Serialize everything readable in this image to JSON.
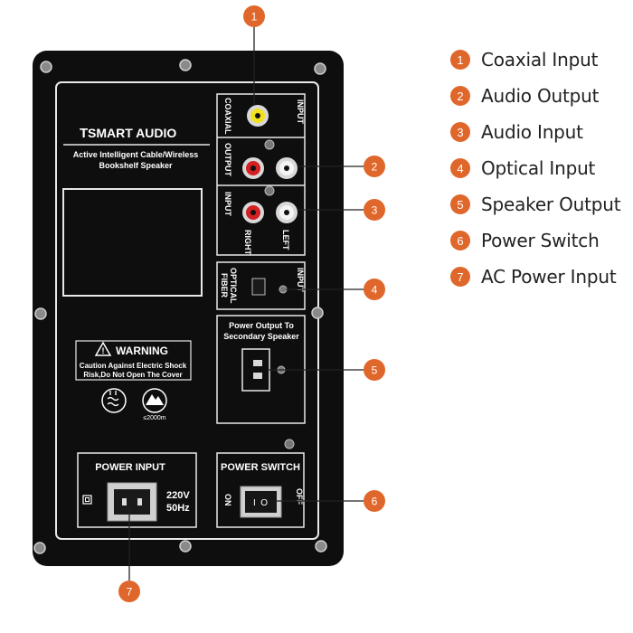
{
  "colors": {
    "callout": "#e0672b",
    "panel": "#0e0e0e",
    "panel_line": "#e8e8e8",
    "legend_text": "#222222"
  },
  "panel": {
    "logo": "SMART AUDIO",
    "logo_prefix": "T",
    "subtitle_line1": "Active Intelligent Cable/Wireless",
    "subtitle_line2": "Bookshelf Speaker",
    "coaxial_label": "COAXIAL",
    "input_label": "INPUT",
    "output_label": "OUTPUT",
    "input_label2": "INPUT",
    "right_label": "RIGHT",
    "left_label": "LEFT",
    "optical_label1": "OPTICAL",
    "optical_label2": "FIBER",
    "optical_input_label": "INPUT",
    "speaker_out_line1": "Power Output To",
    "speaker_out_line2": "Secondary Speaker",
    "warning_title": "WARNING",
    "warning_line1": "Caution Against Electric Shock",
    "warning_line2": "Risk,Do Not Open The Cover",
    "altitude_label": "≤2000m",
    "power_input_title": "POWER INPUT",
    "voltage": "220V",
    "frequency": "50Hz",
    "power_switch_title": "POWER SWITCH",
    "on_label": "ON",
    "off_label": "OFF",
    "switch_symbol": "I  O"
  },
  "callouts": [
    {
      "number": "1",
      "label": "Coaxial Input"
    },
    {
      "number": "2",
      "label": "Audio Output"
    },
    {
      "number": "3",
      "label": "Audio Input"
    },
    {
      "number": "4",
      "label": "Optical Input"
    },
    {
      "number": "5",
      "label": "Speaker Output"
    },
    {
      "number": "6",
      "label": "Power Switch"
    },
    {
      "number": "7",
      "label": "AC Power Input"
    }
  ]
}
